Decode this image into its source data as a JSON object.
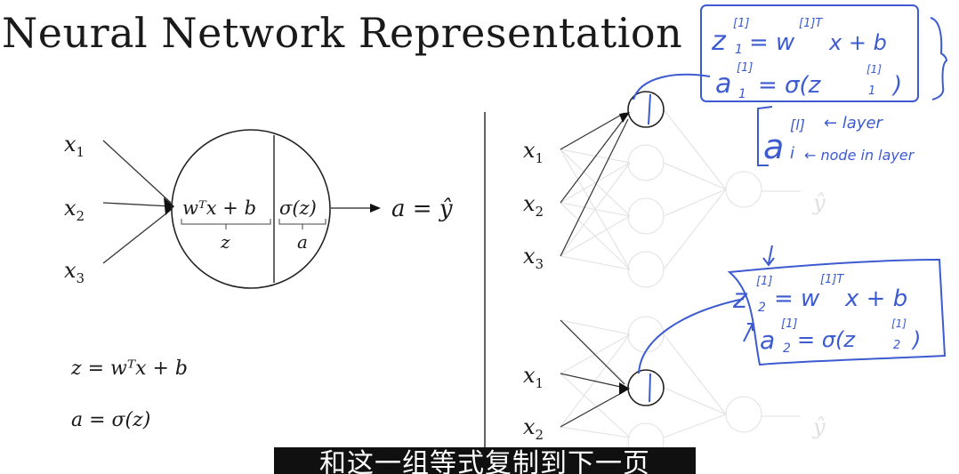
{
  "title": "Neural Network Representation",
  "neuron_diagram": {
    "inputs": [
      "x",
      "x",
      "x"
    ],
    "input_subs": [
      "1",
      "2",
      "3"
    ],
    "linear_part": "wᵀx + b",
    "linear_label": "z",
    "activation_part": "σ(z)",
    "activation_label": "a",
    "output": "a = ŷ"
  },
  "equations": {
    "z_eq": "z = wᵀx + b",
    "a_eq": "a = σ(z)"
  },
  "network_inputs_top": [
    "x",
    "x",
    "x"
  ],
  "network_inputs_top_subs": [
    "1",
    "2",
    "3"
  ],
  "network_inputs_bottom": [
    "x",
    "x"
  ],
  "network_inputs_bottom_subs": [
    "1",
    "2"
  ],
  "network_output_top": "ŷ",
  "network_output_bottom": "ŷ",
  "handwritten": {
    "eq1_z": "z",
    "eq1_rhs": "= w",
    "eq1_tail": "x + b",
    "eq1_sup": "[1]",
    "eq1_supT": "[1]T",
    "eq1_sub": "1",
    "eq2_a": "a",
    "eq2_rhs": "= σ(z",
    "eq2_tail": ")",
    "eq2_sup": "[1]",
    "eq2_sub": "1",
    "notation_a": "a",
    "notation_l": "[l]",
    "notation_i": "i",
    "notation_layer": "← layer",
    "notation_node": "← node in layer",
    "eq3_z": "z",
    "eq3_rhs": "= w",
    "eq3_tail": "x + b",
    "eq3_sup": "[1]",
    "eq3_supT": "[1]T",
    "eq3_sub": "2",
    "eq4_a": "a",
    "eq4_rhs": "= σ(z",
    "eq4_tail": ")",
    "eq4_sup": "[1]",
    "eq4_sub": "2"
  },
  "subtitle": "和这一组等式复制到下一页"
}
